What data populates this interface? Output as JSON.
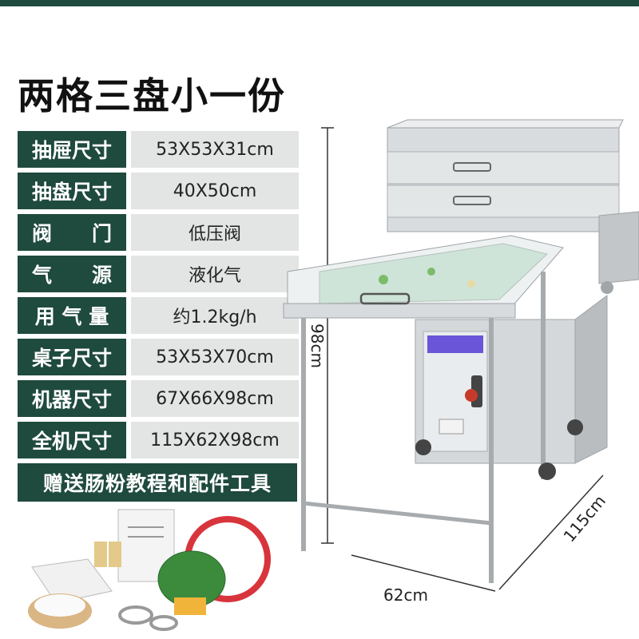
{
  "headline": "两格三盘小一份",
  "specs": [
    {
      "label": "抽屉尺寸",
      "value": "53X53X31cm"
    },
    {
      "label": "抽盘尺寸",
      "value": "40X50cm"
    },
    {
      "label": "阀　　门",
      "value": "低压阀"
    },
    {
      "label": "气　　源",
      "value": "液化气"
    },
    {
      "label": "用 气 量",
      "value": "约1.2kg/h"
    },
    {
      "label": "桌子尺寸",
      "value": "53X53X70cm"
    },
    {
      "label": "机器尺寸",
      "value": "67X66X98cm"
    },
    {
      "label": "全机尺寸",
      "value": "115X62X98cm"
    }
  ],
  "bonus": "赠送肠粉教程和配件工具",
  "dimensions": {
    "height": "98cm",
    "depth": "62cm",
    "length": "115cm"
  },
  "colors": {
    "primary": "#1f4a3e",
    "value_bg": "#e2e5e4",
    "steel": "#c9ccce",
    "hose": "#d8343c",
    "regulator": "#3c8a3c"
  }
}
